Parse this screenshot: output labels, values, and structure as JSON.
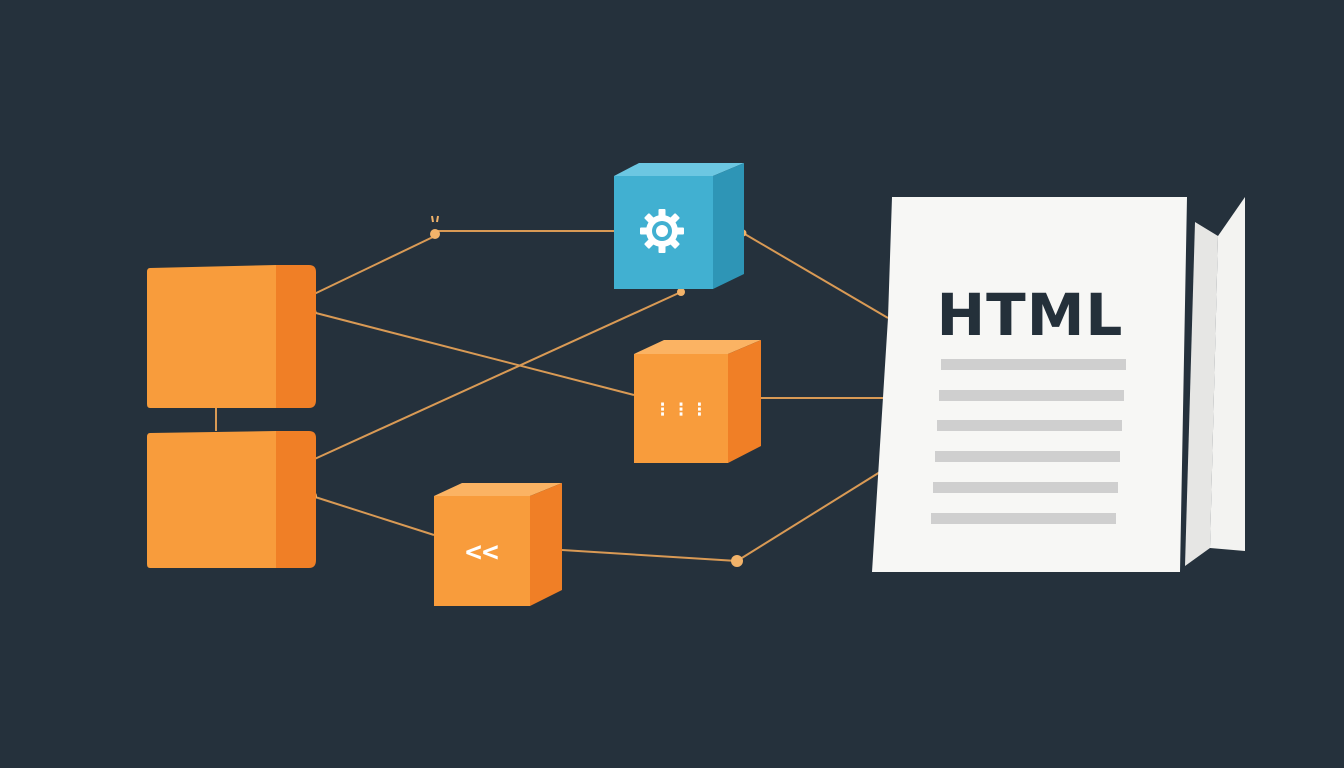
{
  "diagram": {
    "document": {
      "title": "HTML",
      "line_count": 6
    },
    "nodes": [
      {
        "id": "orange-box-top-left",
        "icon": "none"
      },
      {
        "id": "orange-box-bottom-left",
        "icon": "none"
      },
      {
        "id": "gear-cube",
        "icon": "gear-icon"
      },
      {
        "id": "braces-cube",
        "icon": "braces-icon",
        "glyph": "⁝ ⁝ ⁝"
      },
      {
        "id": "chevron-cube",
        "icon": "double-chevron-left-icon",
        "glyph": "<<"
      }
    ],
    "colors": {
      "background": "#25313c",
      "orange": "#f89c3c",
      "orange_side": "#f07f26",
      "orange_top": "#fbb363",
      "teal_front": "#41b0d1",
      "teal_side": "#2e95b6",
      "teal_top": "#6cc7e2",
      "connector": "#d99a55",
      "paper": "#f7f7f5",
      "paper_text": "#24303a",
      "paper_lines": "#cfcfcf"
    }
  }
}
